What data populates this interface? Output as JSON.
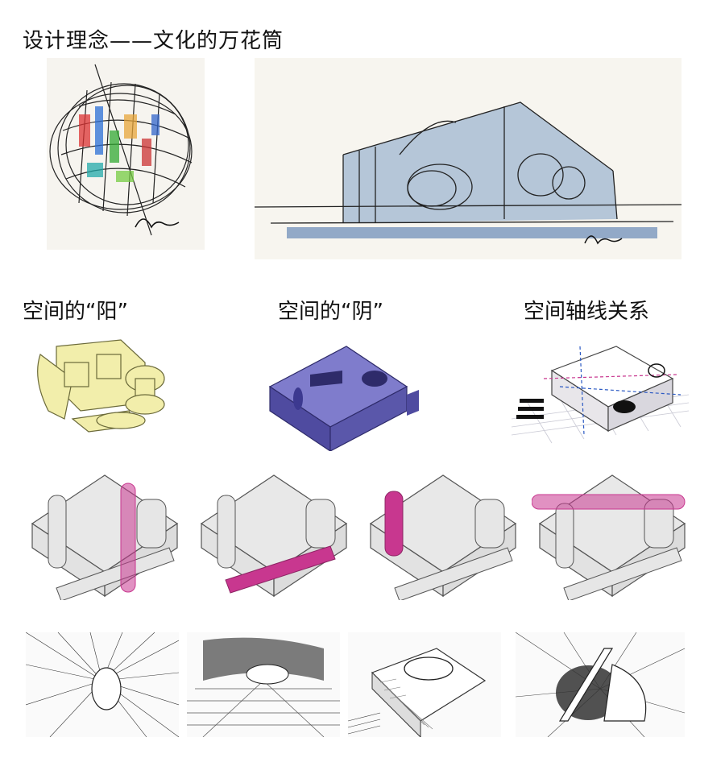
{
  "title": "设计理念——文化的万花筒",
  "section_labels": {
    "yang": "空间的“阳”",
    "yin": "空间的“阴”",
    "axis": "空间轴线关系"
  },
  "colors": {
    "highlight_magenta": "#c8378f",
    "yang_solid": "#f3efab",
    "yin_solid": "#6a67b8",
    "sketch_blue": "#8aa8c8"
  }
}
